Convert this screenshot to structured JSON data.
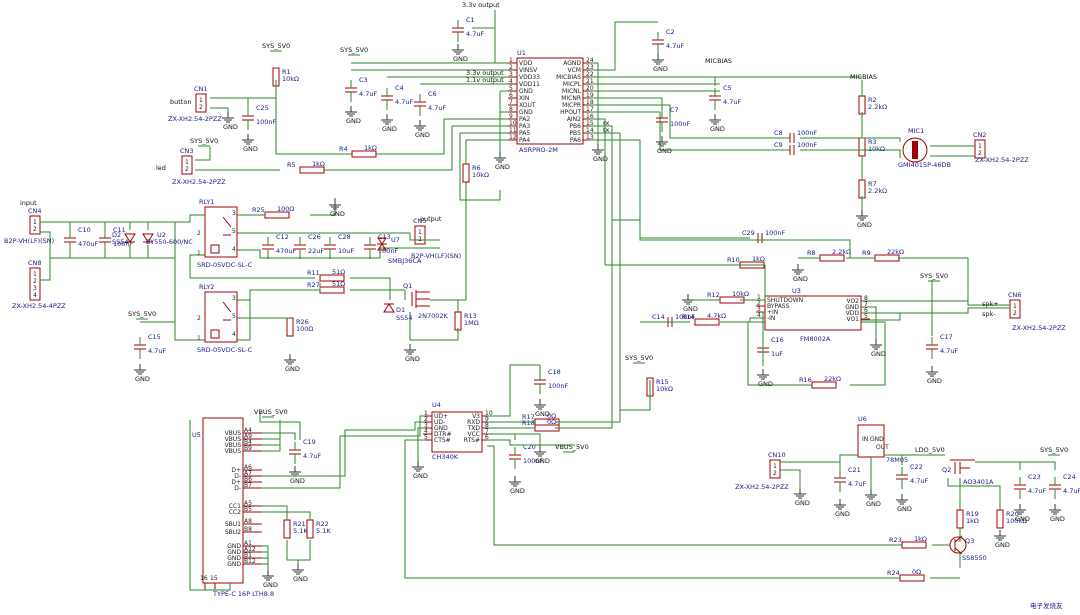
{
  "title": "",
  "nets": {
    "sys_5v0": "SYS_5V0",
    "vbus_5v0": "VBUS_5V0",
    "ldo_5v0": "LDO_5V0",
    "micbias": "MICBIAS",
    "v33_out": "3.3v output",
    "v11_out": "1.1v output",
    "rx": "rx",
    "tx": "tx",
    "spk_p": "spk+",
    "spk_n": "spk-",
    "gnd": "GND",
    "button": "button",
    "led": "led",
    "input": "input",
    "output": "output"
  },
  "chips": {
    "u1": {
      "ref": "U1",
      "part": "ASRPRO-2M",
      "left_pins": [
        {
          "num": "1",
          "name": "VDD"
        },
        {
          "num": "2",
          "name": "VINSV"
        },
        {
          "num": "3",
          "name": "VDD33"
        },
        {
          "num": "4",
          "name": "VDD11"
        },
        {
          "num": "5",
          "name": "GND"
        },
        {
          "num": "6",
          "name": "XIN"
        },
        {
          "num": "7",
          "name": "XOUT"
        },
        {
          "num": "8",
          "name": "GND"
        },
        {
          "num": "9",
          "name": "PA2"
        },
        {
          "num": "10",
          "name": "PA3"
        },
        {
          "num": "11",
          "name": "PA5"
        },
        {
          "num": "12",
          "name": "PA4"
        }
      ],
      "right_pins": [
        {
          "num": "24",
          "name": "AGND"
        },
        {
          "num": "23",
          "name": "VCM"
        },
        {
          "num": "22",
          "name": "MICBIAS"
        },
        {
          "num": "21",
          "name": "MICPL"
        },
        {
          "num": "20",
          "name": "MICNL"
        },
        {
          "num": "19",
          "name": "MICNR"
        },
        {
          "num": "18",
          "name": "MICPR"
        },
        {
          "num": "17",
          "name": "HPOUT"
        },
        {
          "num": "16",
          "name": "AIN2"
        },
        {
          "num": "15",
          "name": "PB6"
        },
        {
          "num": "14",
          "name": "PB5"
        },
        {
          "num": "13",
          "name": "PA6"
        }
      ]
    },
    "u3": {
      "ref": "U3",
      "part": "FM8002A",
      "left_pins": [
        {
          "num": "1",
          "name": "SHUTDOWN"
        },
        {
          "num": "2",
          "name": "BYPASS"
        },
        {
          "num": "3",
          "name": "+IN"
        },
        {
          "num": "4",
          "name": "-IN"
        }
      ],
      "right_pins": [
        {
          "num": "8",
          "name": "VO2"
        },
        {
          "num": "7",
          "name": "GND"
        },
        {
          "num": "6",
          "name": "VDD"
        },
        {
          "num": "5",
          "name": "VO1"
        }
      ]
    },
    "u4": {
      "ref": "U4",
      "part": "CH340K",
      "left_pins": [
        {
          "num": "1",
          "name": "UD+"
        },
        {
          "num": "2",
          "name": "UD-"
        },
        {
          "num": "3",
          "name": "GND"
        },
        {
          "num": "4",
          "name": "DTR#"
        },
        {
          "num": "5",
          "name": "CTS#"
        }
      ],
      "right_pins": [
        {
          "num": "10",
          "name": "V3"
        },
        {
          "num": "9",
          "name": "RXD"
        },
        {
          "num": "8",
          "name": "TXD"
        },
        {
          "num": "7",
          "name": "VCC"
        },
        {
          "num": "6",
          "name": "RTS#"
        }
      ]
    },
    "u5": {
      "ref": "U5",
      "part": "TYPE-C 16P LTH8.8",
      "pins": [
        {
          "num": "A4",
          "name": "VBUS"
        },
        {
          "num": "A9",
          "name": "VBUS"
        },
        {
          "num": "B4",
          "name": "VBUS"
        },
        {
          "num": "B9",
          "name": "VBUS"
        },
        {
          "num": "A6",
          "name": "D+"
        },
        {
          "num": "A7",
          "name": "D-"
        },
        {
          "num": "B6",
          "name": "D+"
        },
        {
          "num": "B7",
          "name": "D-"
        },
        {
          "num": "A5",
          "name": "CC1"
        },
        {
          "num": "B5",
          "name": "CC2"
        },
        {
          "num": "A8",
          "name": "SBU1"
        },
        {
          "num": "B8",
          "name": "SBU2"
        },
        {
          "num": "A1",
          "name": "GND"
        },
        {
          "num": "A12",
          "name": "GND"
        },
        {
          "num": "B1",
          "name": "GND"
        },
        {
          "num": "B12",
          "name": "GND"
        }
      ],
      "bottom_pins": [
        "16",
        "15"
      ]
    },
    "u6": {
      "ref": "U6",
      "part": "78M05",
      "pins": [
        "IN",
        "GND",
        "OUT"
      ]
    },
    "u2": {
      "ref": "U2",
      "part": "BY550-600/NC"
    }
  },
  "resistors": [
    {
      "ref": "R1",
      "value": "10kΩ"
    },
    {
      "ref": "R2",
      "value": "2.2kΩ"
    },
    {
      "ref": "R3",
      "value": "10kΩ"
    },
    {
      "ref": "R4",
      "value": "1kΩ"
    },
    {
      "ref": "R5",
      "value": "1kΩ"
    },
    {
      "ref": "R6",
      "value": "10kΩ"
    },
    {
      "ref": "R7",
      "value": "2.2kΩ"
    },
    {
      "ref": "R8",
      "value": "2.2kΩ"
    },
    {
      "ref": "R9",
      "value": "22kΩ"
    },
    {
      "ref": "R10",
      "value": "1kΩ"
    },
    {
      "ref": "R11",
      "value": "51Ω"
    },
    {
      "ref": "R12",
      "value": "10kΩ"
    },
    {
      "ref": "R13",
      "value": "1MΩ"
    },
    {
      "ref": "R14",
      "value": "4.7kΩ"
    },
    {
      "ref": "R15",
      "value": "10kΩ"
    },
    {
      "ref": "R16",
      "value": "22kΩ"
    },
    {
      "ref": "R17",
      "value": "0Ω"
    },
    {
      "ref": "R18",
      "value": "0Ω"
    },
    {
      "ref": "R19",
      "value": "1kΩ"
    },
    {
      "ref": "R20",
      "value": "100kΩ"
    },
    {
      "ref": "R21",
      "value": "5.1K"
    },
    {
      "ref": "R22",
      "value": "5.1K"
    },
    {
      "ref": "R23",
      "value": "1kΩ"
    },
    {
      "ref": "R24",
      "value": "0Ω"
    },
    {
      "ref": "R25",
      "value": "100Ω"
    },
    {
      "ref": "R26",
      "value": "100Ω"
    },
    {
      "ref": "R27",
      "value": "51Ω"
    }
  ],
  "capacitors": [
    {
      "ref": "C1",
      "value": "4.7uF"
    },
    {
      "ref": "C2",
      "value": "4.7uF"
    },
    {
      "ref": "C3",
      "value": "4.7uF"
    },
    {
      "ref": "C4",
      "value": "4.7uF"
    },
    {
      "ref": "C5",
      "value": "4.7uF"
    },
    {
      "ref": "C6",
      "value": "4.7uF"
    },
    {
      "ref": "C7",
      "value": "100nF"
    },
    {
      "ref": "C8",
      "value": "100nF"
    },
    {
      "ref": "C9",
      "value": "100nF"
    },
    {
      "ref": "C10",
      "value": "470uF"
    },
    {
      "ref": "C11",
      "value": "100nF"
    },
    {
      "ref": "C12",
      "value": "470uF"
    },
    {
      "ref": "C13",
      "value": "100nF"
    },
    {
      "ref": "C14",
      "value": "100nF"
    },
    {
      "ref": "C15",
      "value": "4.7uF"
    },
    {
      "ref": "C16",
      "value": "1uF"
    },
    {
      "ref": "C17",
      "value": "4.7uF"
    },
    {
      "ref": "C18",
      "value": "100nF"
    },
    {
      "ref": "C19",
      "value": "4.7uF"
    },
    {
      "ref": "C20",
      "value": "100nF"
    },
    {
      "ref": "C21",
      "value": "4.7uF"
    },
    {
      "ref": "C22",
      "value": "4.7uF"
    },
    {
      "ref": "C23",
      "value": "4.7uF"
    },
    {
      "ref": "C24",
      "value": "4.7uF"
    },
    {
      "ref": "C25",
      "value": "100nF"
    },
    {
      "ref": "C26",
      "value": "22uF"
    },
    {
      "ref": "C28",
      "value": "10uF"
    },
    {
      "ref": "C29",
      "value": "100nF"
    }
  ],
  "diodes": [
    {
      "ref": "D1",
      "value": "SS54"
    },
    {
      "ref": "D2",
      "value": "SS54"
    },
    {
      "ref": "U7",
      "value": "SMBJ36CA"
    }
  ],
  "transistors": [
    {
      "ref": "Q1",
      "value": "2N7002K"
    },
    {
      "ref": "Q2",
      "value": "AO3401A"
    },
    {
      "ref": "Q3",
      "value": "SS8550"
    }
  ],
  "relays": [
    {
      "ref": "RLY1",
      "value": "SRD-05VDC-SL-C",
      "pins": [
        "3",
        "5",
        "2",
        "1",
        "4"
      ]
    },
    {
      "ref": "RLY2",
      "value": "SRD-05VDC-SL-C",
      "pins": [
        "3",
        "5",
        "2",
        "1",
        "4"
      ]
    }
  ],
  "connectors": [
    {
      "ref": "CN1",
      "value": "ZX-XH2.54-2PZZ"
    },
    {
      "ref": "CN2",
      "value": "ZX-XH2.54-2PZZ"
    },
    {
      "ref": "CN3",
      "value": "ZX-XH2.54-2PZZ"
    },
    {
      "ref": "CN4",
      "value": "B2P-VH(LF)(SN)"
    },
    {
      "ref": "CN5",
      "value": "B2P-VH(LF)(SN)"
    },
    {
      "ref": "CN6",
      "value": "ZX-XH2.54-2PZZ"
    },
    {
      "ref": "CN8",
      "value": "ZX-XH2.54-4PZZ"
    },
    {
      "ref": "CN10",
      "value": "ZX-XH2.54-2PZZ"
    }
  ],
  "mic": {
    "ref": "MIC1",
    "value": "GMI4015P-46DB"
  },
  "watermark": "电子发烧友"
}
